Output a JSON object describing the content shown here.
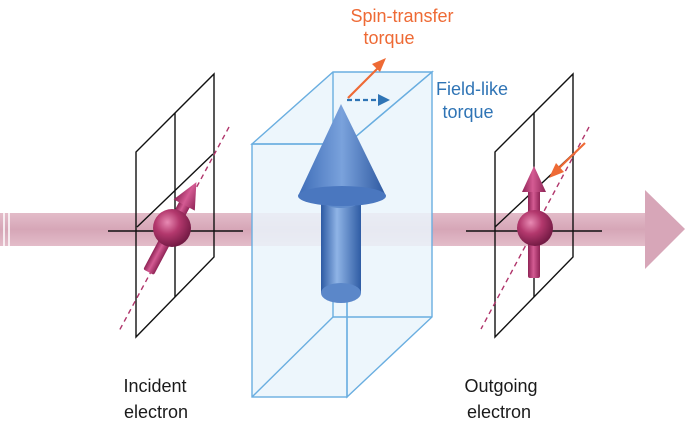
{
  "labels": {
    "spin_transfer_line1": "Spin-transfer",
    "spin_transfer_line2": "torque",
    "field_like_line1": "Field-like",
    "field_like_line2": "torque",
    "incident_line1": "Incident",
    "incident_line2": "electron",
    "outgoing_line1": "Outgoing",
    "outgoing_line2": "electron"
  },
  "colors": {
    "beam": "#d9aebd",
    "spin_sphere": "#b0356b",
    "spin_arrow": "#b33a73",
    "magnet_arrow": "#4f7fc4",
    "block_edge": "#6aaee0",
    "block_fill": "#e8f3fb",
    "spin_transfer": "#ee6a35",
    "field_like": "#2f74b5",
    "frame": "#111111",
    "dashed_axis": "#b0356b"
  }
}
